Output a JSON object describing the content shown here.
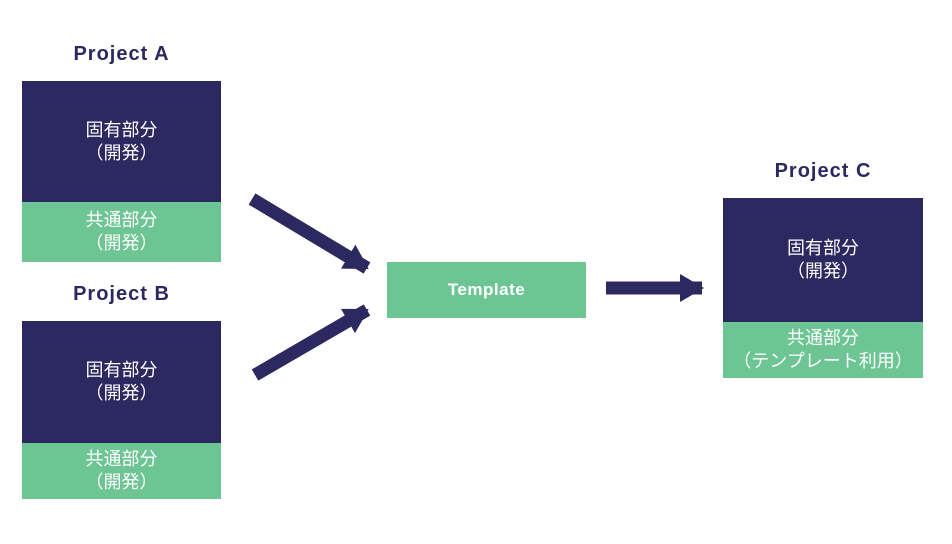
{
  "colors": {
    "navy": "#2c2860",
    "green": "#6ec594",
    "background": "#ffffff",
    "text_on_color": "#ffffff"
  },
  "projects": {
    "a": {
      "title": "Project A",
      "unique_part": {
        "line1": "固有部分",
        "line2": "（開発）"
      },
      "common_part": {
        "line1": "共通部分",
        "line2": "（開発）"
      }
    },
    "b": {
      "title": "Project B",
      "unique_part": {
        "line1": "固有部分",
        "line2": "（開発）"
      },
      "common_part": {
        "line1": "共通部分",
        "line2": "（開発）"
      }
    },
    "c": {
      "title": "Project C",
      "unique_part": {
        "line1": "固有部分",
        "line2": "（開発）"
      },
      "common_part": {
        "line1": "共通部分",
        "line2": "（テンプレート利用）"
      }
    }
  },
  "template_box": {
    "label": "Template"
  },
  "arrows": [
    {
      "name": "project-a-to-template",
      "from": "Project A",
      "to": "Template"
    },
    {
      "name": "project-b-to-template",
      "from": "Project B",
      "to": "Template"
    },
    {
      "name": "template-to-project-c",
      "from": "Template",
      "to": "Project C"
    }
  ]
}
